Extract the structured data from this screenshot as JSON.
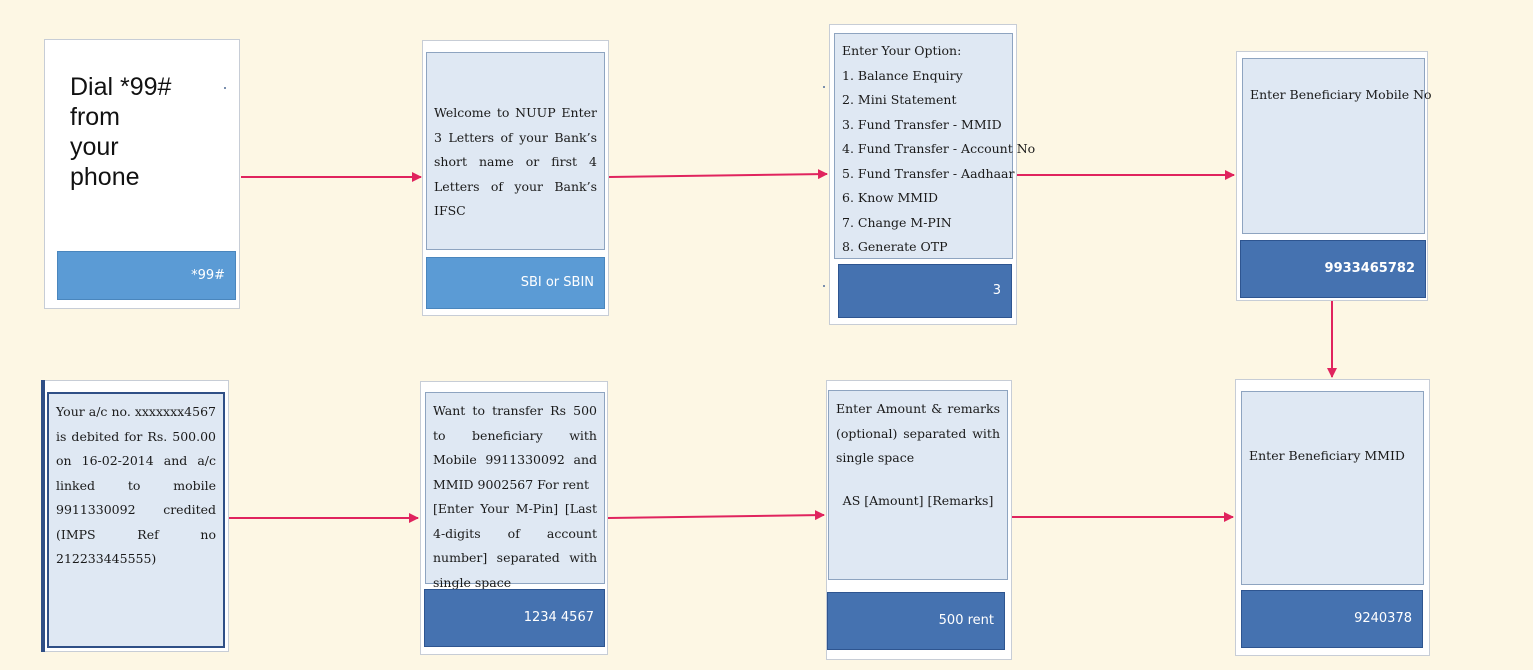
{
  "colors": {
    "background": "#fdf7e4",
    "arrow": "#e0245e",
    "screen_bg": "#dfe8f3",
    "input_bar_light": "#5b9bd5",
    "input_bar_dark": "#4572b0"
  },
  "steps": [
    {
      "id": "dial",
      "text_lines": [
        "Dial *99#",
        "from",
        "your",
        "phone"
      ],
      "input": "*99#"
    },
    {
      "id": "welcome",
      "text": "Welcome to NUUP Enter 3 Letters of your Bank’s short name or first 4 Letters of your Bank’s IFSC",
      "input": "SBI or SBIN"
    },
    {
      "id": "options",
      "heading": "Enter Your Option:",
      "options": [
        "1. Balance Enquiry",
        "2. Mini Statement",
        "3. Fund Transfer - MMID",
        "4. Fund Transfer - Account No",
        "5. Fund Transfer - Aadhaar",
        "6. Know MMID",
        "7. Change M-PIN",
        "8. Generate OTP"
      ],
      "input": "3"
    },
    {
      "id": "beneficiary-mobile",
      "text": "Enter Beneficiary Mobile No",
      "input": "9933465782"
    },
    {
      "id": "beneficiary-mmid",
      "text": "Enter Beneficiary MMID",
      "input": "9240378"
    },
    {
      "id": "amount",
      "text": "Enter Amount & remarks (optional) separated with single space",
      "format": "AS [Amount] [Remarks]",
      "input": "500 rent"
    },
    {
      "id": "confirm",
      "text": "Want to transfer Rs 500 to beneficiary with Mobile 9911330092 and MMID 9002567 For rent",
      "instruction": "[Enter Your M-Pin] [Last 4-digits of account number] separated with single space",
      "input": "1234 4567"
    },
    {
      "id": "confirmation",
      "text": "Your a/c no. xxxxxxx4567 is debited for Rs. 500.00 on 16-02-2014 and a/c linked to mobile 9911330092 credited (IMPS Ref no 212233445555)"
    }
  ]
}
